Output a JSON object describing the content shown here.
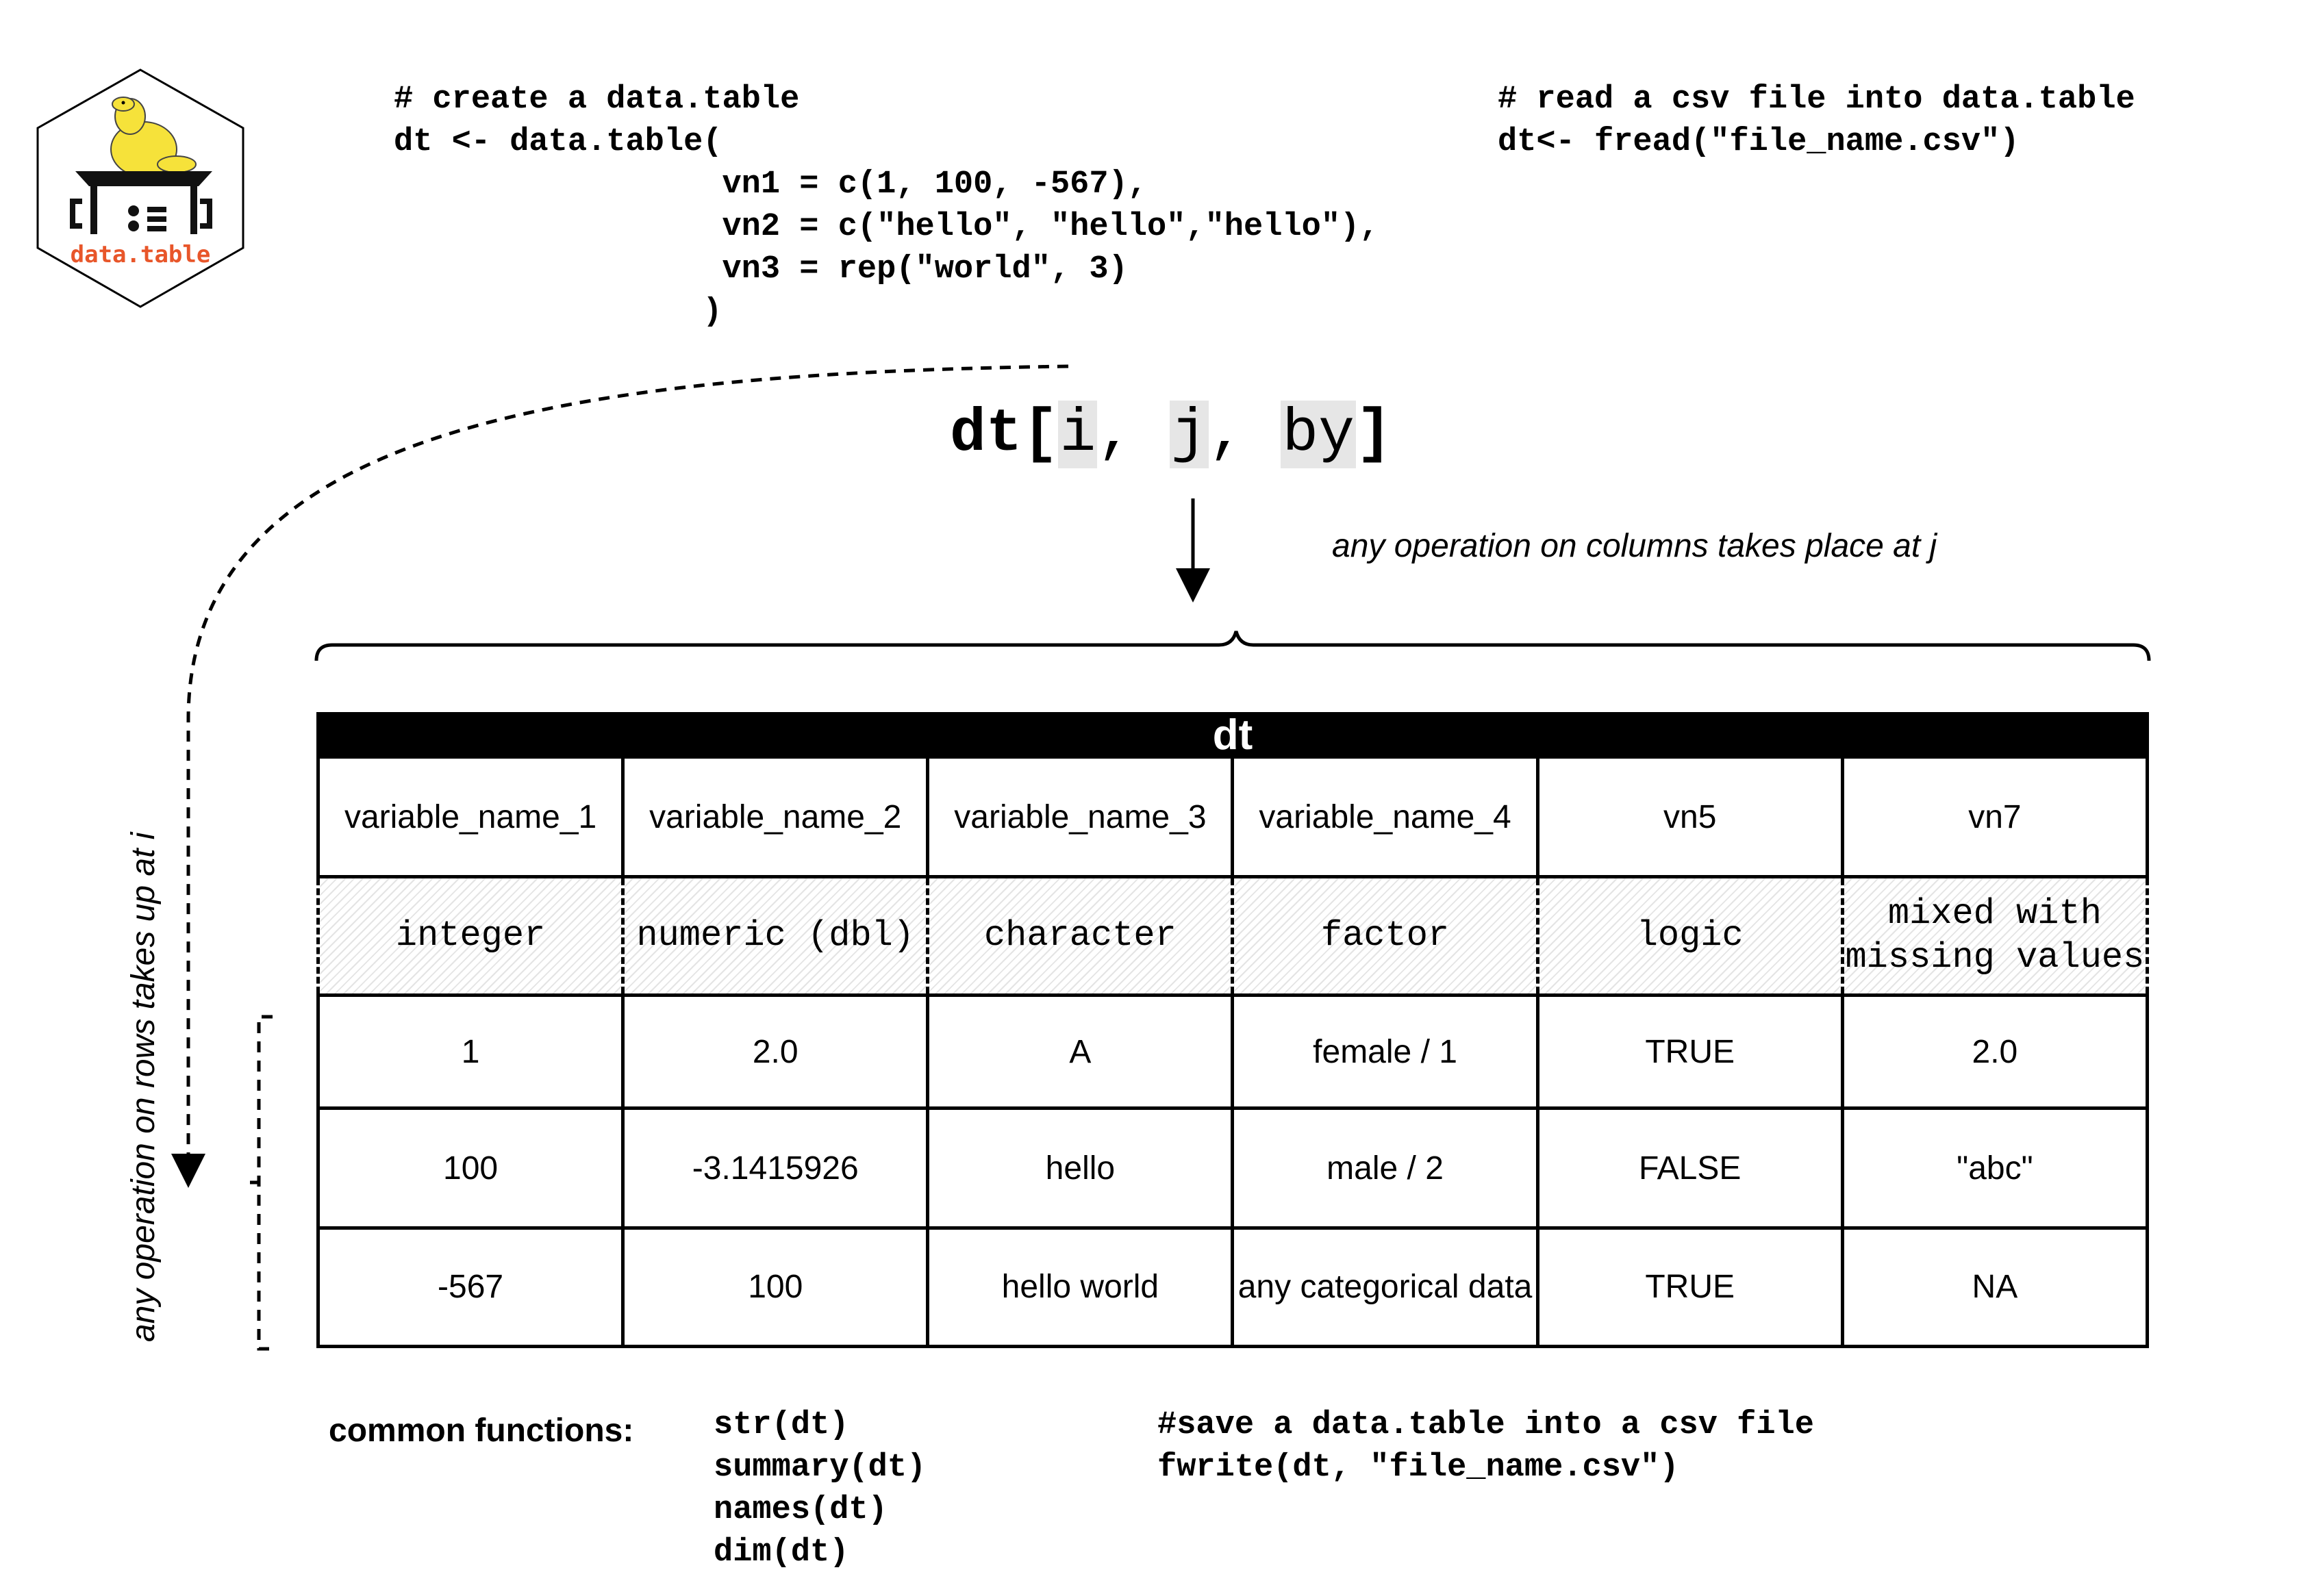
{
  "logo": {
    "label": "data.table"
  },
  "code_create": {
    "lines": [
      "# create a data.table",
      "dt <- data.table(",
      "                 vn1 = c(1, 100, -567),",
      "                 vn2 = c(\"hello\", \"hello\",\"hello\"),",
      "                 vn3 = rep(\"world\", 3)",
      "                )"
    ]
  },
  "code_read": {
    "lines": [
      "# read a csv file into data.table",
      "dt<- fread(\"file_name.csv\")"
    ]
  },
  "syntax": {
    "name": "dt",
    "open": "[",
    "i": "i",
    "sep1": ", ",
    "j": "j",
    "sep2": ", ",
    "by": "by",
    "close": "]"
  },
  "notes": {
    "columns": "any operation on columns takes place at j",
    "rows": "any operation on rows takes up at i"
  },
  "table": {
    "title": "dt",
    "headers": [
      "variable_name_1",
      "variable_name_2",
      "variable_name_3",
      "variable_name_4",
      "vn5",
      "vn7"
    ],
    "types": [
      "integer",
      "numeric (dbl)",
      "character",
      "factor",
      "logic",
      "mixed with missing values"
    ],
    "rows": [
      [
        "1",
        "2.0",
        "A",
        "female / 1",
        "TRUE",
        "2.0"
      ],
      [
        "100",
        "-3.1415926",
        "hello",
        "male / 2",
        "FALSE",
        "\"abc\""
      ],
      [
        "-567",
        "100",
        "hello world",
        "any categorical data",
        "TRUE",
        "NA"
      ]
    ]
  },
  "common_functions": {
    "label": "common functions:",
    "items": [
      "str(dt)",
      "summary(dt)",
      "names(dt)",
      "dim(dt)"
    ]
  },
  "code_save": {
    "lines": [
      "#save a data.table into a csv file",
      "fwrite(dt, \"file_name.csv\")"
    ]
  },
  "colors": {
    "logo_text": "#e8562a",
    "seal": "#f6e23a",
    "type_row_hatch": "#e4e4e4",
    "arg_highlight": "#e6e6e6"
  }
}
